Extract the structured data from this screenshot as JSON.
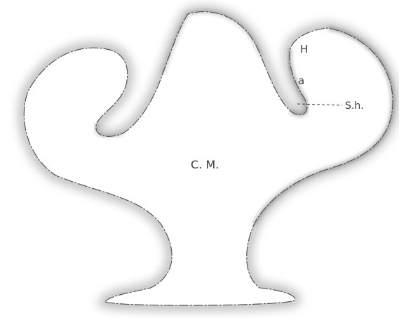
{
  "labels": {
    "center": "C. M.",
    "h": "H",
    "a": "a",
    "sh": "S.h."
  },
  "colors": {
    "background": "#ffffff",
    "outline": "#4a4a4a",
    "shadow": "#8a8a8a",
    "label": "#3a3a3a"
  }
}
